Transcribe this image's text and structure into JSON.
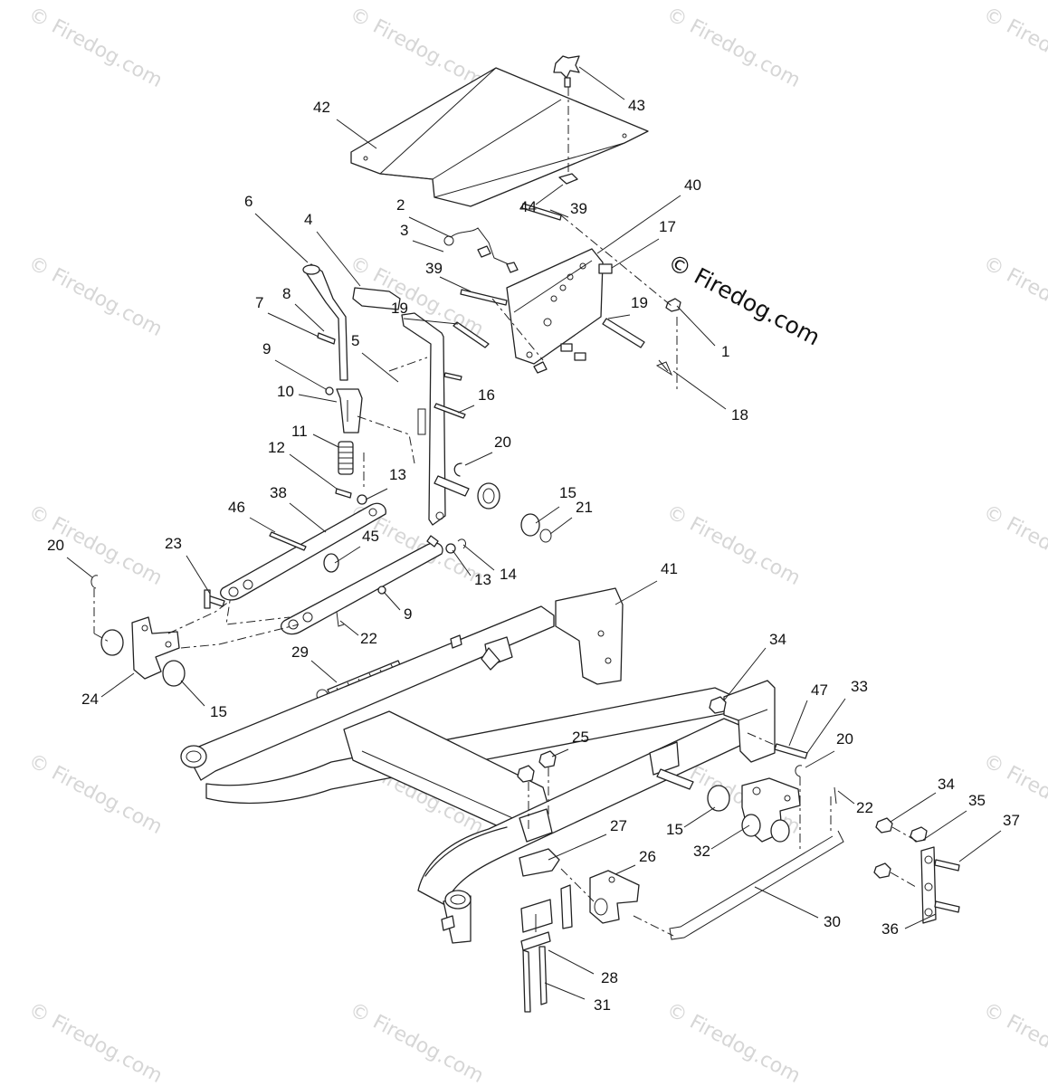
{
  "watermark": "© Firedog.com",
  "copyright": "© Firedog.com",
  "callouts": [
    {
      "id": "1",
      "label": "1"
    },
    {
      "id": "2",
      "label": "2"
    },
    {
      "id": "3",
      "label": "3"
    },
    {
      "id": "4",
      "label": "4"
    },
    {
      "id": "5",
      "label": "5"
    },
    {
      "id": "6",
      "label": "6"
    },
    {
      "id": "7",
      "label": "7"
    },
    {
      "id": "8",
      "label": "8"
    },
    {
      "id": "9a",
      "label": "9"
    },
    {
      "id": "9b",
      "label": "9"
    },
    {
      "id": "10",
      "label": "10"
    },
    {
      "id": "11",
      "label": "11"
    },
    {
      "id": "12",
      "label": "12"
    },
    {
      "id": "13a",
      "label": "13"
    },
    {
      "id": "13b",
      "label": "13"
    },
    {
      "id": "14",
      "label": "14"
    },
    {
      "id": "15a",
      "label": "15"
    },
    {
      "id": "15b",
      "label": "15"
    },
    {
      "id": "15c",
      "label": "15"
    },
    {
      "id": "16",
      "label": "16"
    },
    {
      "id": "17",
      "label": "17"
    },
    {
      "id": "18",
      "label": "18"
    },
    {
      "id": "19a",
      "label": "19"
    },
    {
      "id": "19b",
      "label": "19"
    },
    {
      "id": "20a",
      "label": "20"
    },
    {
      "id": "20b",
      "label": "20"
    },
    {
      "id": "20c",
      "label": "20"
    },
    {
      "id": "21",
      "label": "21"
    },
    {
      "id": "22a",
      "label": "22"
    },
    {
      "id": "22b",
      "label": "22"
    },
    {
      "id": "23",
      "label": "23"
    },
    {
      "id": "24",
      "label": "24"
    },
    {
      "id": "25",
      "label": "25"
    },
    {
      "id": "26",
      "label": "26"
    },
    {
      "id": "27",
      "label": "27"
    },
    {
      "id": "28",
      "label": "28"
    },
    {
      "id": "29",
      "label": "29"
    },
    {
      "id": "30",
      "label": "30"
    },
    {
      "id": "31",
      "label": "31"
    },
    {
      "id": "32",
      "label": "32"
    },
    {
      "id": "33",
      "label": "33"
    },
    {
      "id": "34a",
      "label": "34"
    },
    {
      "id": "34b",
      "label": "34"
    },
    {
      "id": "35",
      "label": "35"
    },
    {
      "id": "36",
      "label": "36"
    },
    {
      "id": "37",
      "label": "37"
    },
    {
      "id": "38",
      "label": "38"
    },
    {
      "id": "39a",
      "label": "39"
    },
    {
      "id": "39b",
      "label": "39"
    },
    {
      "id": "40",
      "label": "40"
    },
    {
      "id": "41",
      "label": "41"
    },
    {
      "id": "42",
      "label": "42"
    },
    {
      "id": "43",
      "label": "43"
    },
    {
      "id": "44",
      "label": "44"
    },
    {
      "id": "45",
      "label": "45"
    },
    {
      "id": "46",
      "label": "46"
    },
    {
      "id": "47",
      "label": "47"
    }
  ]
}
